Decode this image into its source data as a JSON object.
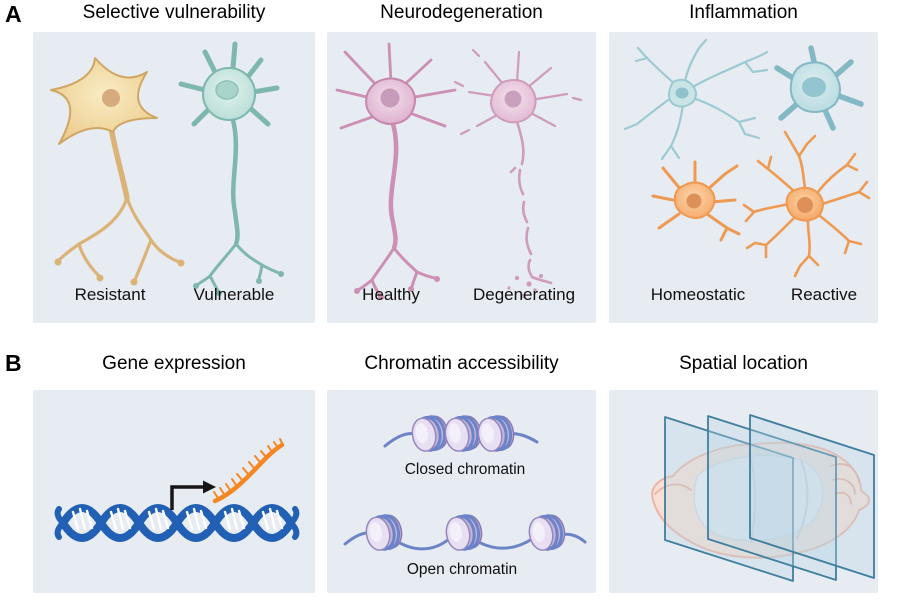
{
  "figure": {
    "background": "#ffffff",
    "panel_background": "#e7ebf2"
  },
  "section_a": {
    "label": "A",
    "panel_1": {
      "title": "Selective vulnerability",
      "label_left": "Resistant",
      "label_right": "Vulnerable"
    },
    "panel_2": {
      "title": "Neurodegeneration",
      "label_left": "Healthy",
      "label_right": "Degenerating"
    },
    "panel_3": {
      "title": "Inflammation",
      "label_left": "Homeostatic",
      "label_right": "Reactive"
    }
  },
  "section_b": {
    "label": "B",
    "panel_1": {
      "title": "Gene expression"
    },
    "panel_2": {
      "title": "Chromatin accessibility",
      "label_top": "Closed chromatin",
      "label_bottom": "Open chromatin"
    },
    "panel_3": {
      "title": "Spatial location"
    }
  },
  "colors": {
    "resistant_neuron": "#cfa763",
    "vulnerable_neuron": "#7db7ae",
    "healthy_neuron": "#c687ad",
    "degenerating_neuron": "#cf9cbb",
    "homeostatic_microglia_teal": "#9ccad2",
    "reactive_cell_teal": "#83b9c4",
    "microglia_orange": "#ef9a52",
    "dna_blue": "#2160b4",
    "rna_orange": "#f6861f",
    "transcription_arrow": "#161616",
    "nucleosome_lavender": "#e8e0f2",
    "chromatin_strand_blue": "#6b84c8",
    "brain_pink": "#f8e0d7",
    "section_plane_blue": "#3f7e9e"
  }
}
